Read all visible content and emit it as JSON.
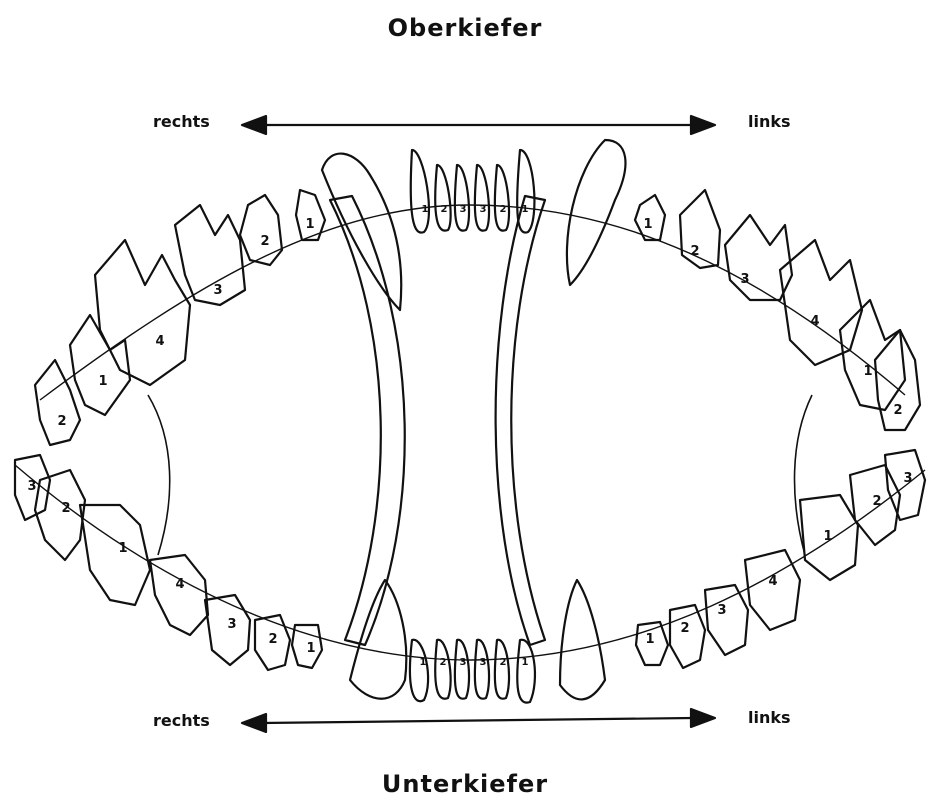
{
  "diagram": {
    "upper_jaw_title": "Oberkiefer",
    "lower_jaw_title": "Unterkiefer",
    "top_arrow": {
      "left_label": "rechts",
      "right_label": "links"
    },
    "bottom_arrow": {
      "left_label": "rechts",
      "right_label": "links"
    },
    "upper_right_teeth": [
      "1",
      "2",
      "3",
      "4",
      "1",
      "2"
    ],
    "upper_left_teeth": [
      "1",
      "2",
      "3",
      "4",
      "1",
      "2"
    ],
    "lower_right_teeth": [
      "1",
      "2",
      "3",
      "4",
      "1",
      "2",
      "3"
    ],
    "lower_left_teeth": [
      "1",
      "2",
      "3",
      "4",
      "1",
      "2",
      "3"
    ],
    "upper_incisors": [
      "1",
      "2",
      "3",
      "3",
      "2",
      "1"
    ],
    "lower_incisors": [
      "1",
      "2",
      "3",
      "3",
      "2",
      "1"
    ]
  }
}
